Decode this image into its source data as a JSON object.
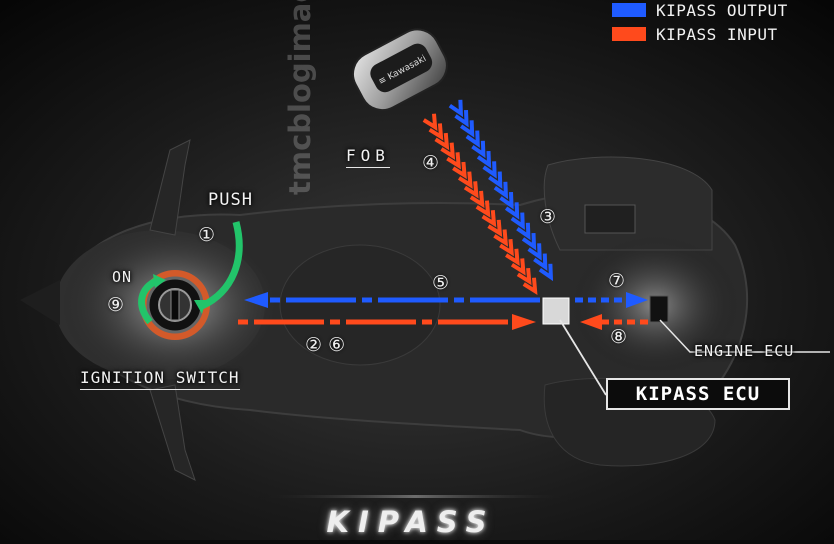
{
  "legend": {
    "output_label": "KIPASS OUTPUT",
    "input_label": "KIPASS INPUT",
    "output_color": "#1f5bff",
    "input_color": "#ff4a1c"
  },
  "labels": {
    "fob": "FOB",
    "push": "PUSH",
    "on": "ON",
    "ignition_switch": "IGNITION SWITCH",
    "engine_ecu": "ENGINE ECU",
    "kipass_ecu": "KIPASS ECU"
  },
  "steps": {
    "s1": "①",
    "s26": "② ⑥",
    "s3": "③",
    "s4": "④",
    "s5": "⑤",
    "s7": "⑦",
    "s8": "⑧",
    "s9": "⑨"
  },
  "brand_title": "KIPASS",
  "watermark": "tmcblogimages",
  "colors": {
    "accent_green": "#22c46a",
    "ignition_ring": "#d35a2a"
  }
}
